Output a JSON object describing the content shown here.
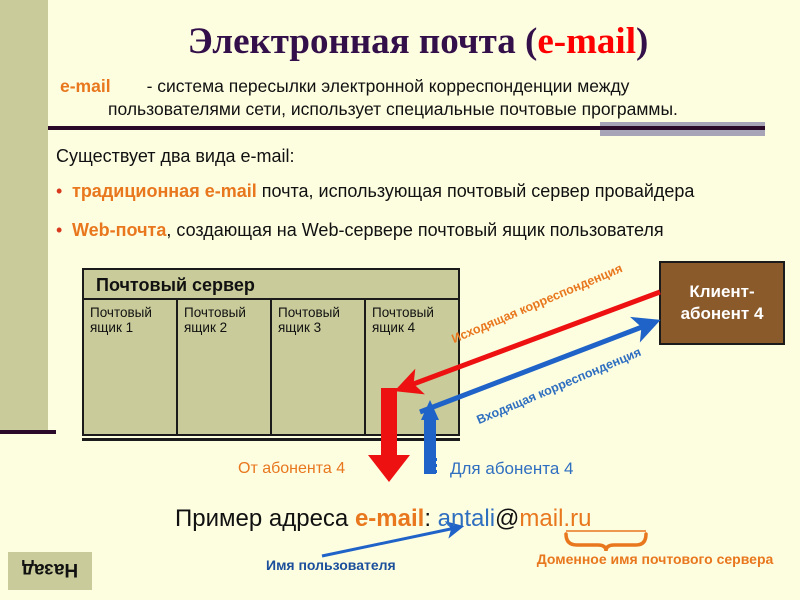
{
  "slide": {
    "title_main": "Электронная почта (",
    "title_accent": "e-mail",
    "title_tail": ")",
    "footer_chip": "Назад"
  },
  "definition": {
    "term": "e-mail",
    "line1": "- система пересылки электронной корреспонденции между",
    "line2": "пользователями сети, использует специальные почтовые программы."
  },
  "body": {
    "intro": "Существует два вида e-mail:",
    "bullets": [
      {
        "marker": "•",
        "highlight": "традиционная e-mail",
        "rest": " почта, использующая почтовый сервер провайдера"
      },
      {
        "marker": "•",
        "highlight": "Web-почта",
        "rest": ", создающая на Web-сервере почтовый ящик пользователя"
      }
    ]
  },
  "diagram": {
    "server_title": "Почтовый сервер",
    "mailboxes": [
      "Почтовый ящик 1",
      "Почтовый ящик 2",
      "Почтовый ящик 3",
      "Почтовый ящик 4"
    ],
    "client_box": "Клиент-абонент 4",
    "label_outgoing": "Исходящая корреспонденция",
    "label_incoming": "Входящая корреспонденция",
    "caption_from": "От абонента 4",
    "caption_to": "Для абонента 4"
  },
  "email_example": {
    "prefix": "Пример адреса ",
    "keyword": "e-mail",
    "colon": ": ",
    "user": "antali",
    "at": "@",
    "domain": "mail.ru",
    "label_user": "Имя пользователя",
    "label_domain": "Доменное имя почтового сервера"
  },
  "colors": {
    "background": "#fdfde0",
    "band": "#c9cc9a",
    "title": "#33104a",
    "accent_red": "#ff0000",
    "accent_orange": "#e8771e",
    "accent_blue": "#2f6fc0",
    "client_brown": "#8b5a2b",
    "rule_dark": "#2a0a28",
    "grey_bar": "#a6a4b6"
  }
}
